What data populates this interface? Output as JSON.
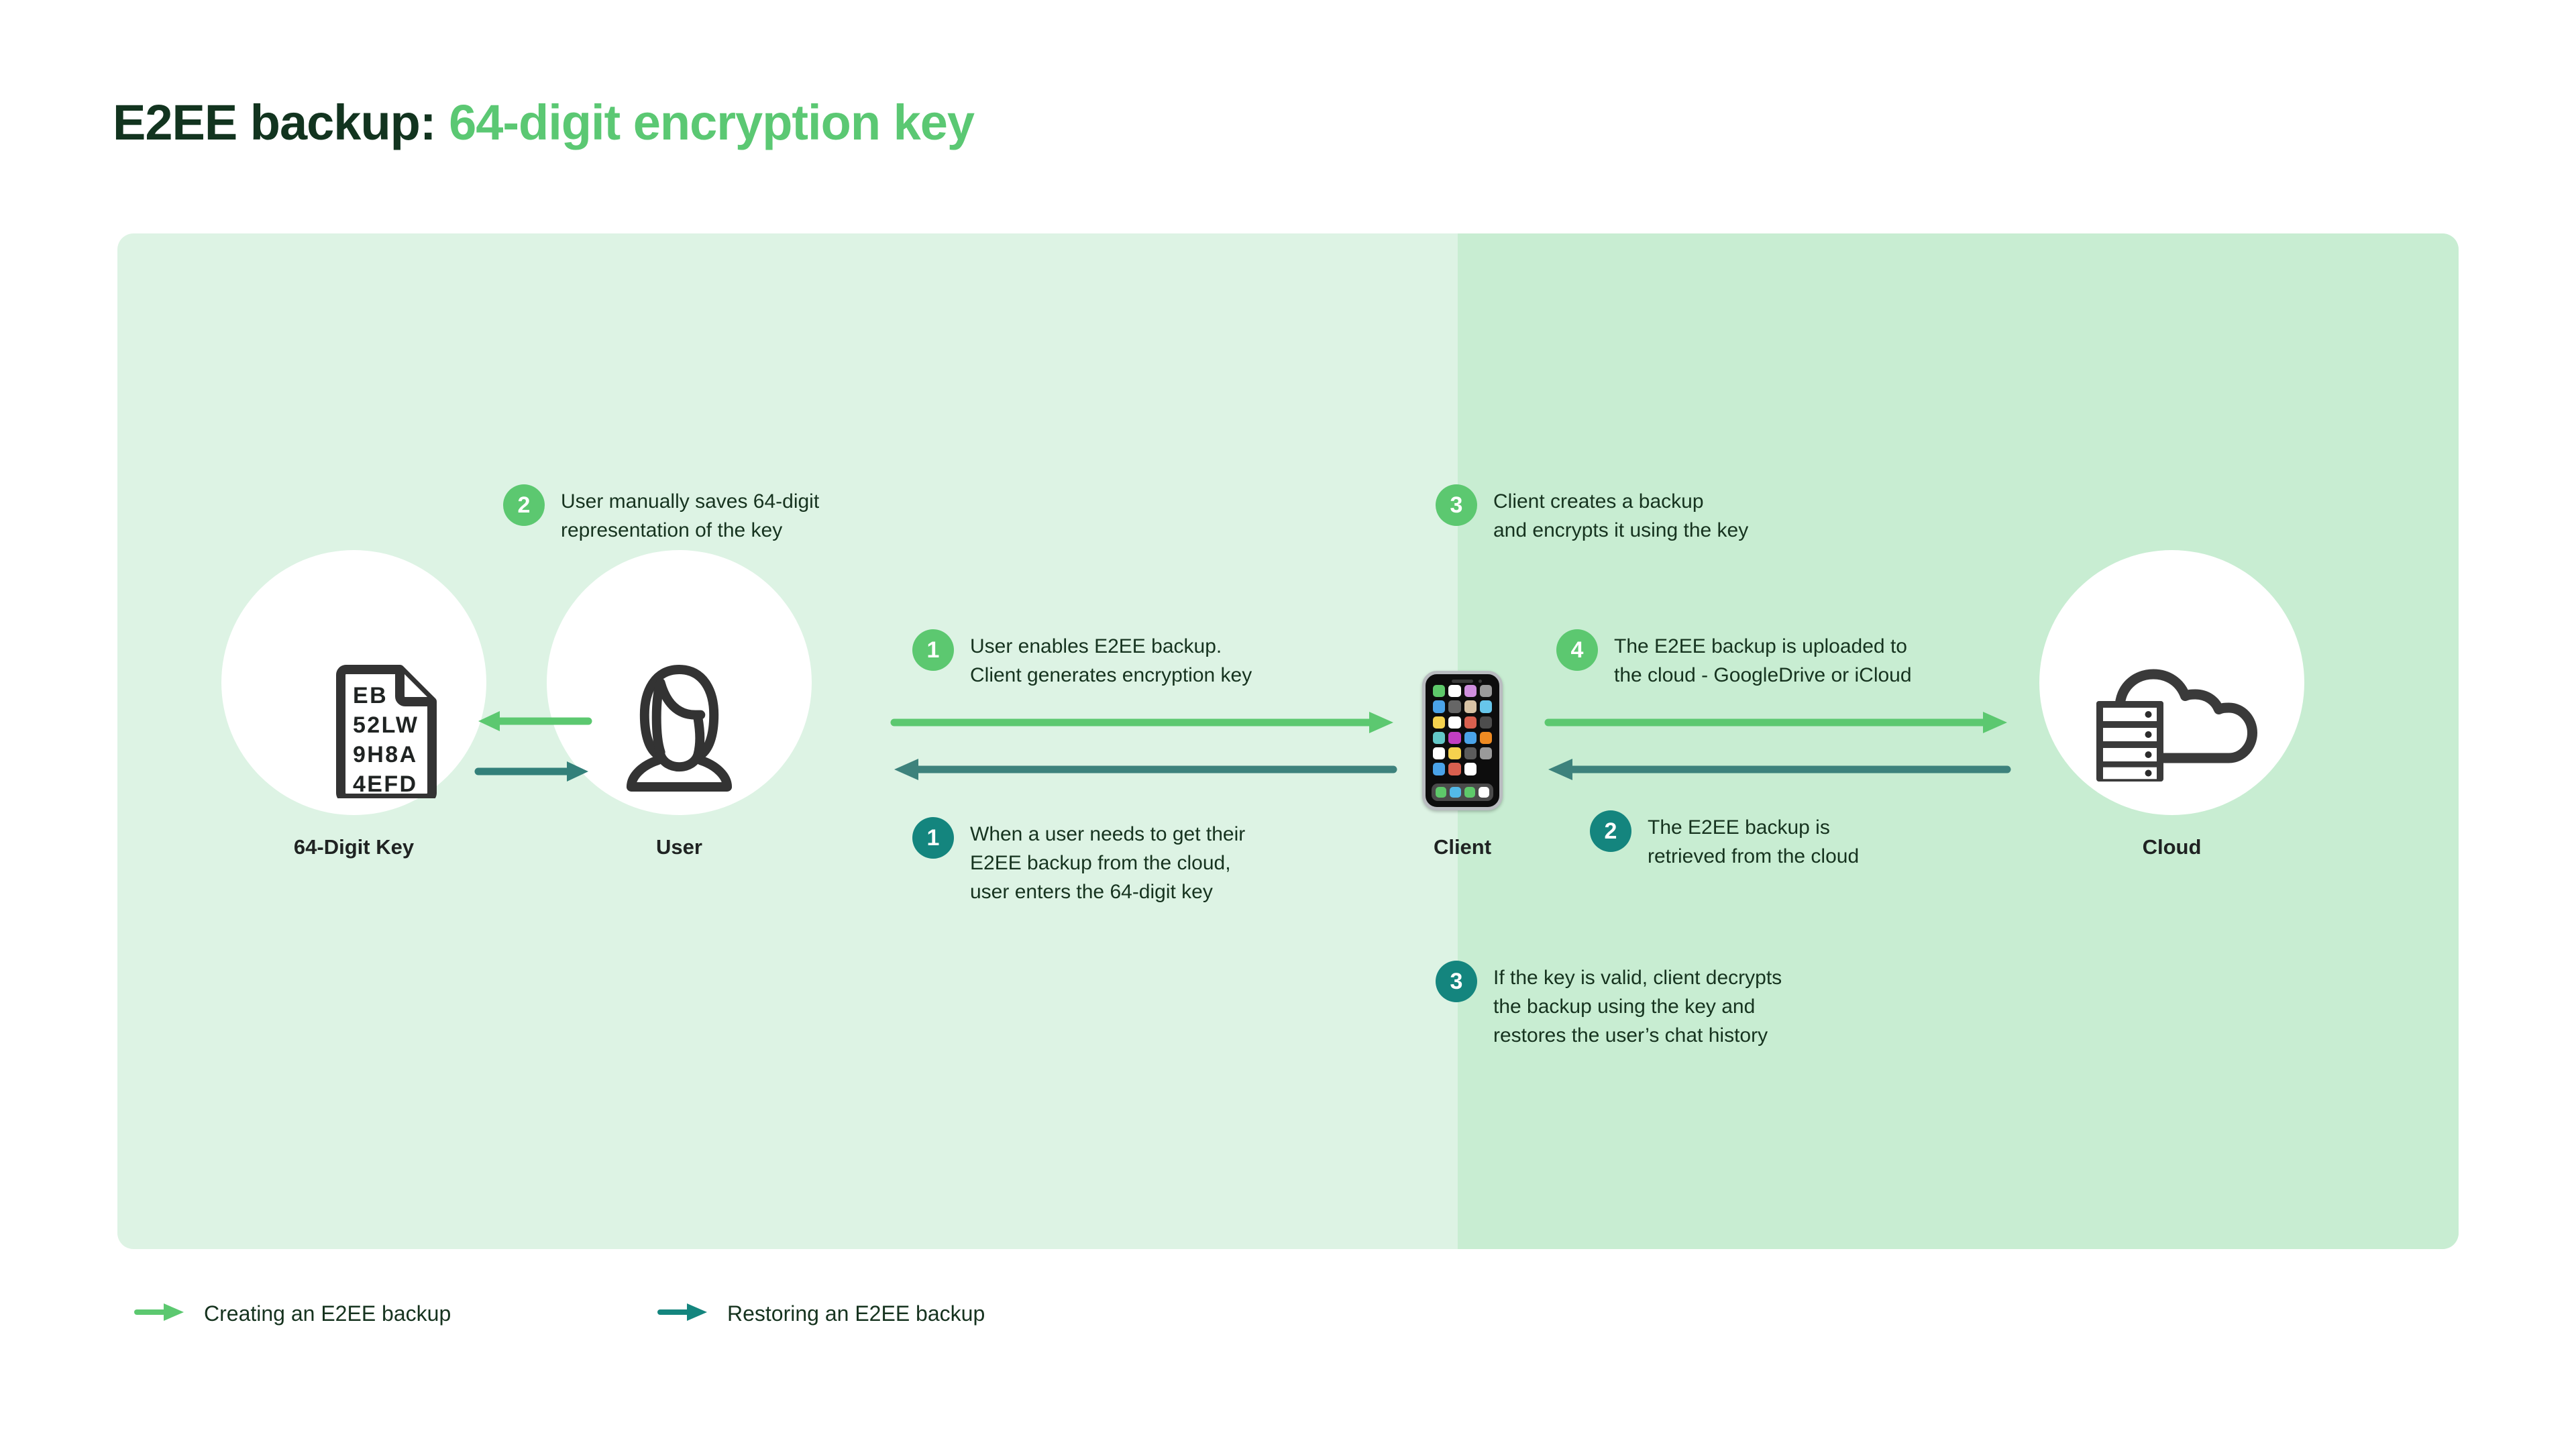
{
  "title": {
    "dark": "E2EE backup: ",
    "accent": "64-digit encryption key"
  },
  "colors": {
    "panel_left_bg": "#ddf3e4",
    "panel_right_bg": "#c8edd2",
    "green_accent": "#5cc870",
    "teal_accent": "#14857e",
    "title_dark": "#12341f",
    "title_accent": "#5bc873",
    "icon_dark": "#333333",
    "text_dark": "#16331f"
  },
  "nodes": [
    {
      "id": "key",
      "label": "64-Digit Key",
      "icon": "document-key-icon"
    },
    {
      "id": "user",
      "label": "User",
      "icon": "user-avatar-icon"
    },
    {
      "id": "client",
      "label": "Client",
      "icon": "smartphone-icon"
    },
    {
      "id": "cloud",
      "label": "Cloud",
      "icon": "cloud-server-icon"
    }
  ],
  "key_document": {
    "lines": [
      "EB",
      "52LW",
      "9H8A",
      "4EFD"
    ]
  },
  "steps": [
    {
      "id": "create-2",
      "number": "2",
      "flow": "green",
      "text": "User manually saves 64-digit\nrepresentation of the key"
    },
    {
      "id": "create-1",
      "number": "1",
      "flow": "green",
      "text": "User enables E2EE backup.\nClient generates encryption key"
    },
    {
      "id": "restore-1",
      "number": "1",
      "flow": "teal",
      "text": "When a user needs to get their\nE2EE backup from the cloud,\nuser enters the 64-digit key"
    },
    {
      "id": "create-3",
      "number": "3",
      "flow": "green",
      "text": "Client creates a backup\nand encrypts it using the key"
    },
    {
      "id": "create-4",
      "number": "4",
      "flow": "green",
      "text": "The E2EE backup is uploaded to\nthe cloud - GoogleDrive or iCloud"
    },
    {
      "id": "restore-2",
      "number": "2",
      "flow": "teal",
      "text": "The E2EE backup is\nretrieved from the cloud"
    },
    {
      "id": "restore-3",
      "number": "3",
      "flow": "teal",
      "text": "If the key is valid, client decrypts\nthe backup using the key and\nrestores the user’s chat history"
    }
  ],
  "legend": [
    {
      "id": "creating",
      "label": "Creating an E2EE backup",
      "color": "#5cc870"
    },
    {
      "id": "restoring",
      "label": "Restoring an E2EE backup",
      "color": "#14857e"
    }
  ],
  "phone_apps": {
    "grid": [
      "#5ec96a",
      "#ffffff",
      "#cf8ede",
      "#9a9a9a",
      "#4aa3e8",
      "#666666",
      "#d8c3a5",
      "#67c6ea",
      "#f5d24e",
      "#ffffff",
      "#d9604f",
      "#4d4d4d",
      "#63c8c8",
      "#c23ec2",
      "#4aa3e8",
      "#ef8b22",
      "#ffffff",
      "#f5d24e",
      "#5c5c5c",
      "#9a9a9a",
      "#4aa3e8",
      "#d9604f",
      "#ffffff",
      "transparent"
    ],
    "dock": [
      "#5ec96a",
      "#53b9e8",
      "#5ec96a",
      "#ffffff"
    ]
  }
}
